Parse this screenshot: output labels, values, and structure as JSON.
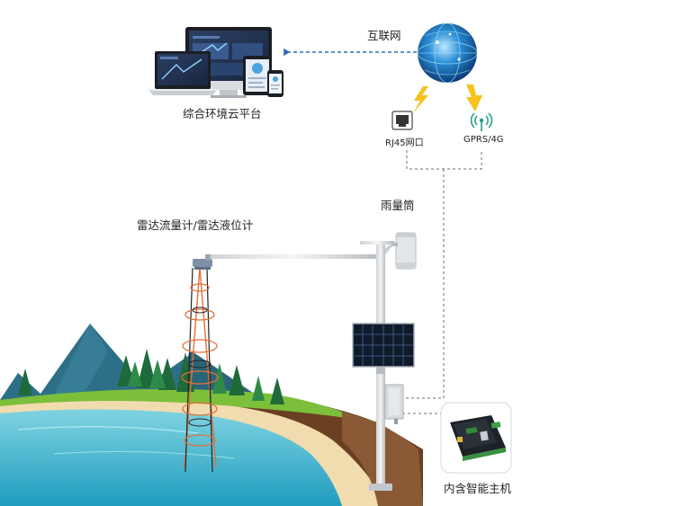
{
  "labels": {
    "cloud_platform": "综合环境云平台",
    "internet": "互联网",
    "rj45": "RJ45网口",
    "gprs": "GPRS/4G",
    "rain_gauge": "雨量筒",
    "radar": "雷达流量计/雷达液位计",
    "host": "内含智能主机"
  },
  "colors": {
    "link_blue": "#2f6fb3",
    "dash_gray": "#6f6f6f",
    "lightning": "#f6c21b",
    "radar_orange": "#e0703a",
    "water": "#2aa7c4",
    "mountain": "#2d6f86",
    "sand": "#f0dcae",
    "grass": "#7bbf3a"
  },
  "icons": {
    "globe": "globe-icon",
    "ethernet": "ethernet-port-icon",
    "signal": "wireless-signal-icon",
    "bolt": "lightning-icon"
  }
}
